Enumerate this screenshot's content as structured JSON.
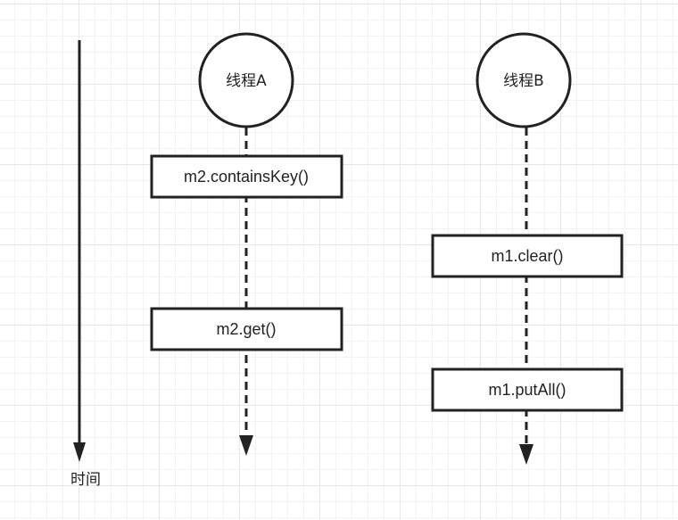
{
  "colors": {
    "stroke": "#222222",
    "box_fill": "#ffffff",
    "text": "#222222",
    "grid_major": "#e6e6e6",
    "grid_minor": "#f2f2f2"
  },
  "time_axis": {
    "label": "时间"
  },
  "threads": [
    {
      "name": "线程A",
      "calls": [
        "m2.containsKey()",
        "m2.get()"
      ]
    },
    {
      "name": "线程B",
      "calls": [
        "m1.clear()",
        "m1.putAll()"
      ]
    }
  ]
}
